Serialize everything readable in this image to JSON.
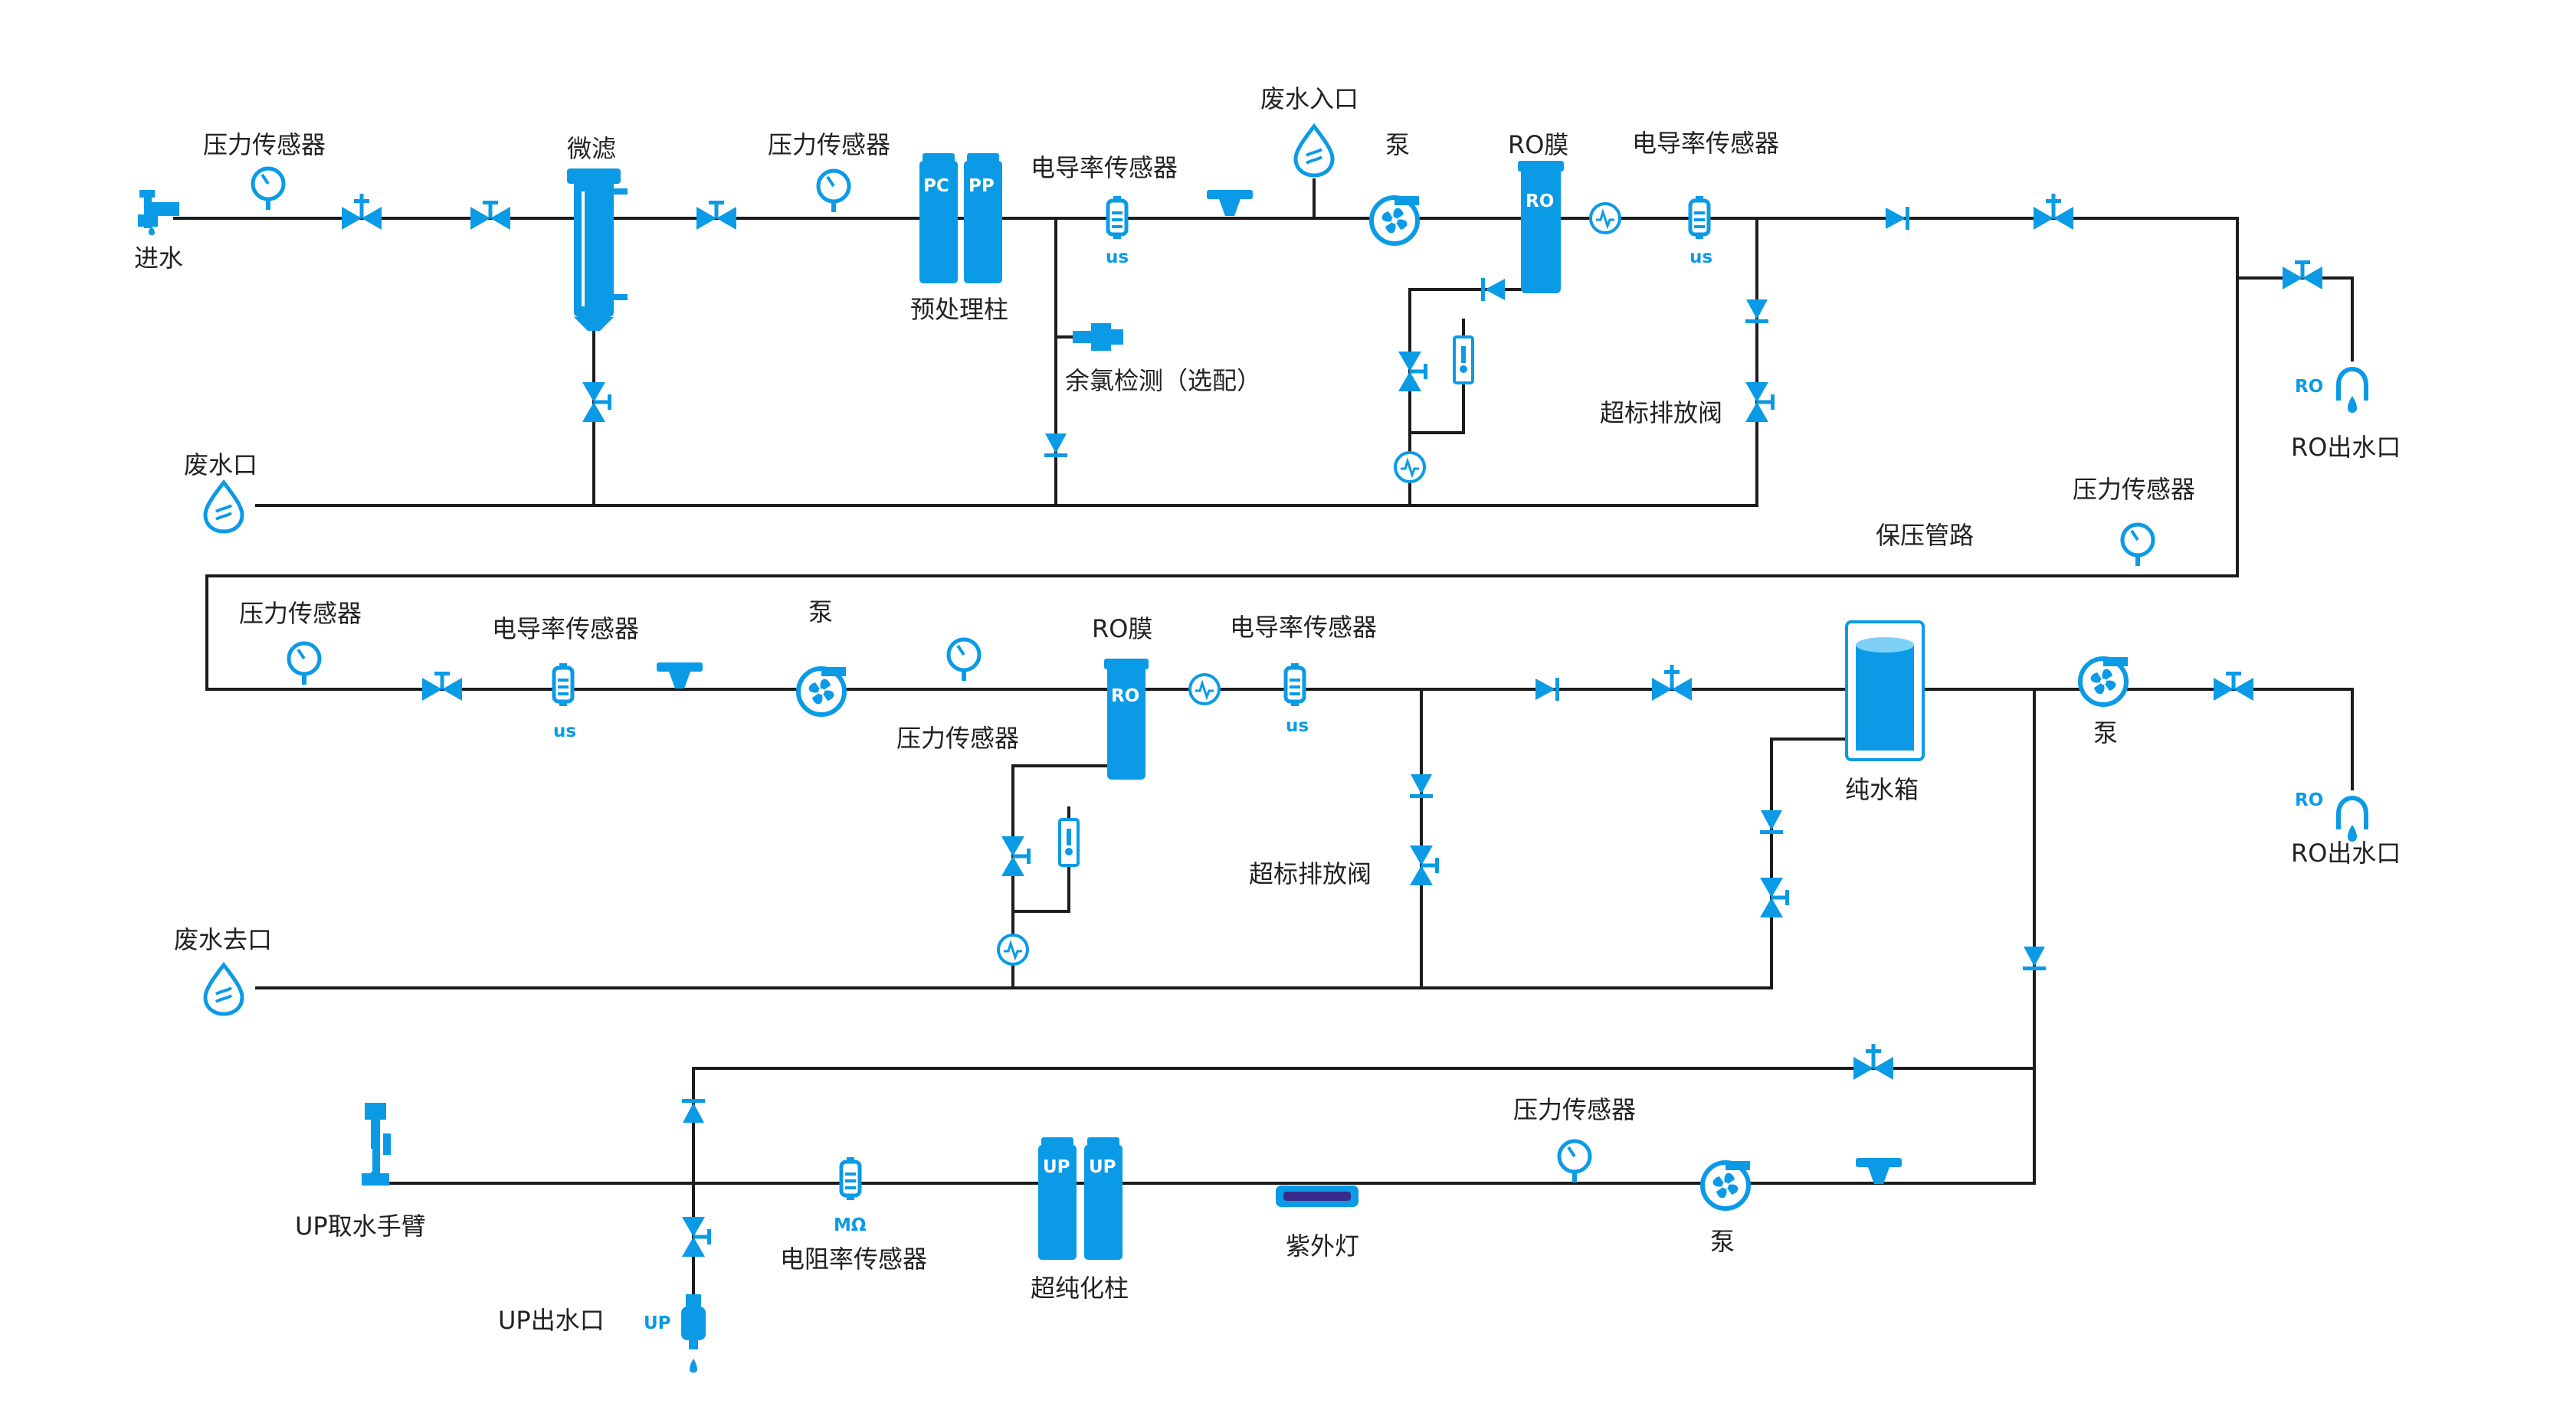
{
  "labels": {
    "inlet": "进水",
    "pressure_sensor": "压力传感器",
    "microfilter": "微滤",
    "pretreatment": "预处理柱",
    "conductivity_sensor": "电导率传感器",
    "waste_inlet": "废水入口",
    "pump": "泵",
    "ro_membrane": "RO膜",
    "chlorine_detect": "余氯检测（选配）",
    "waste_port": "废水口",
    "over_limit_valve": "超标排放阀",
    "ro_outlet": "RO出水口",
    "pressure_pipe": "保压管路",
    "pure_tank": "纯水箱",
    "waste_out": "废水去口",
    "up_arm": "UP取水手臂",
    "up_outlet": "UP出水口",
    "resistivity_sensor": "电阻率传感器",
    "ultrapure_column": "超纯化柱",
    "uv_lamp": "紫外灯"
  },
  "tags": {
    "us": "us",
    "ro": "RO",
    "pc": "PC",
    "pp": "PP",
    "up": "UP",
    "mohm": "MΩ"
  },
  "colors": {
    "accent": "#0b9be6",
    "pipe": "#1c1c1c"
  }
}
